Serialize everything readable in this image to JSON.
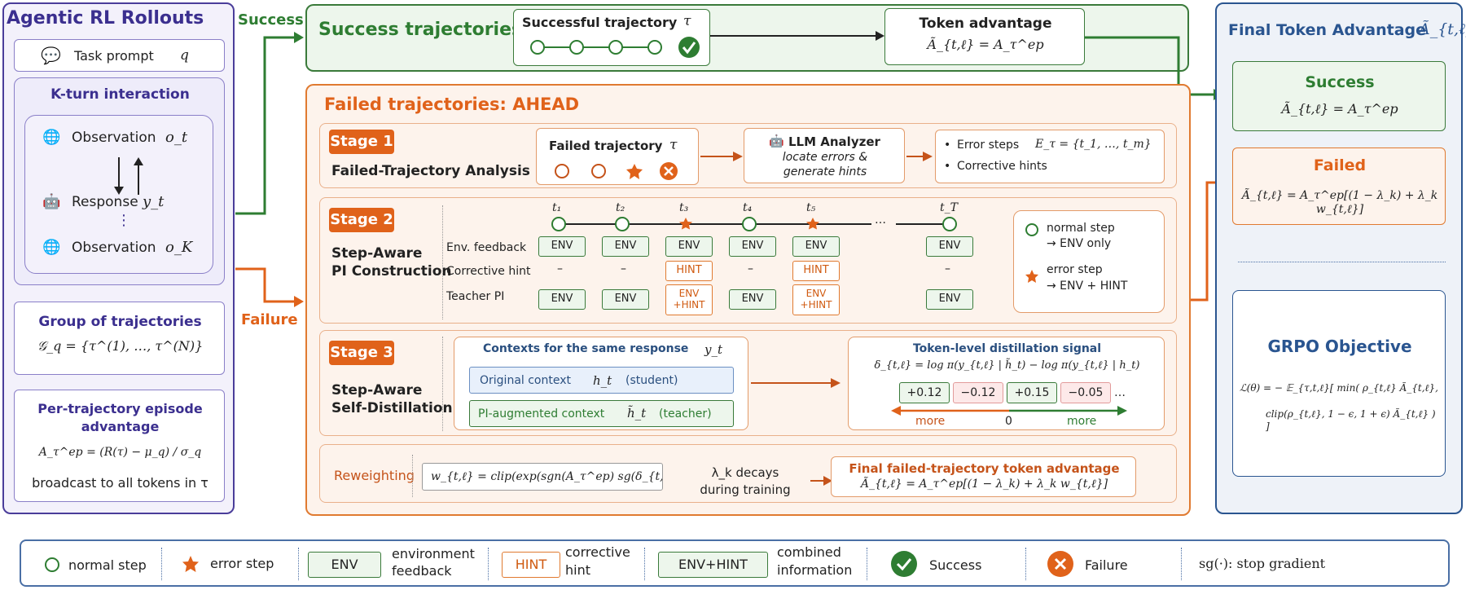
{
  "left": {
    "title": "Agentic RL Rollouts",
    "task_prompt": "Task prompt",
    "task_var": "q",
    "kturn": "K-turn interaction",
    "obs1": "Observation",
    "obs1_var": "o_t",
    "response": "Response",
    "response_var": "y_t",
    "dots": "⋮",
    "obsK": "Observation",
    "obsK_var": "o_K",
    "group_title": "Group of trajectories",
    "group_formula": "𝒢_q = {τ^(1), …, τ^(N)}",
    "pertraj_title": "Per-trajectory episode advantage",
    "pertraj_formula": "A_τ^ep = (R(τ) − μ_q) / σ_q",
    "broadcast": "broadcast to all tokens in τ"
  },
  "arrows": {
    "success": "Success",
    "failure": "Failure"
  },
  "success_panel": {
    "title": "Success trajectories",
    "traj_label": "Successful trajectory",
    "traj_var": "τ",
    "token_adv_title": "Token advantage",
    "token_adv_formula": "Ã_{t,ℓ} = A_τ^ep"
  },
  "failed_panel": {
    "title": "Failed trajectories: AHEAD",
    "stage1": {
      "tag": "Stage 1",
      "name": "Failed-Trajectory Analysis",
      "traj_label": "Failed trajectory",
      "traj_var": "τ",
      "analyzer_title": "LLM Analyzer",
      "analyzer_line1": "locate errors &",
      "analyzer_line2": "generate hints",
      "out_line1": "Error steps",
      "out_formula": "E_τ = {t_1, …, t_m}",
      "out_line2": "Corrective hints"
    },
    "stage2": {
      "tag": "Stage 2",
      "name_line1": "Step-Aware",
      "name_line2": "PI Construction",
      "row_env": "Env. feedback",
      "row_hint": "Corrective hint",
      "row_pi": "Teacher PI",
      "steps": [
        "t₁",
        "t₂",
        "t₃",
        "t₄",
        "t₅",
        "…",
        "t_T"
      ],
      "env_label": "ENV",
      "hint_label": "HINT",
      "envhint_line1": "ENV",
      "envhint_line2": "+HINT",
      "dash": "–",
      "legend_normal_1": "normal step",
      "legend_normal_2": "→ ENV only",
      "legend_error_1": "error step",
      "legend_error_2": "→ ENV + HINT"
    },
    "stage3": {
      "tag": "Stage 3",
      "name_line1": "Step-Aware",
      "name_line2": "Self-Distillation",
      "ctx_title": "Contexts for the same response",
      "ctx_var": "y_t",
      "orig_ctx": "Original context",
      "orig_var": "h_t",
      "orig_role": "(student)",
      "pi_ctx": "PI-augmented context",
      "pi_var": "h̃_t",
      "pi_role": "(teacher)",
      "signal_title": "Token-level distillation signal",
      "signal_formula": "δ_{t,ℓ} = log π(y_{t,ℓ} | h̃_t) − log π(y_{t,ℓ} | h_t)",
      "values": [
        "+0.12",
        "−0.12",
        "+0.15",
        "−0.05"
      ],
      "ellipsis": "…",
      "more_left": "more",
      "zero": "0",
      "more_right": "more"
    },
    "reweight": {
      "label": "Reweighting",
      "formula": "w_{t,ℓ} = clip(exp(sgn(A_τ^ep) sg(δ_{t,ℓ})), ·)",
      "decay_line1": "λ_k decays",
      "decay_line2": "during training",
      "final_title": "Final failed-trajectory token advantage",
      "final_formula": "Ã_{t,ℓ} = A_τ^ep[(1 − λ_k) + λ_k w_{t,ℓ}]"
    }
  },
  "right": {
    "title": "Final Token Advantage",
    "title_var": "Ã_{t,ℓ}",
    "success_title": "Success",
    "success_formula": "Ã_{t,ℓ} = A_τ^ep",
    "failed_title": "Failed",
    "failed_formula": "Ã_{t,ℓ} = A_τ^ep[(1 − λ_k) + λ_k w_{t,ℓ}]",
    "grpo_title": "GRPO Objective",
    "grpo_line1": "ℒ(θ) = − 𝔼_{τ,t,ℓ}[ min( ρ_{t,ℓ} Ã_{t,ℓ},",
    "grpo_line2": "clip(ρ_{t,ℓ}, 1 − ϵ, 1 + ϵ) Ã_{t,ℓ} ) ]"
  },
  "legend": {
    "normal": "normal step",
    "error": "error step",
    "env_box": "ENV",
    "env_text_1": "environment",
    "env_text_2": "feedback",
    "hint_box": "HINT",
    "hint_text_1": "corrective",
    "hint_text_2": "hint",
    "envhint_box": "ENV+HINT",
    "envhint_text_1": "combined",
    "envhint_text_2": "information",
    "success": "Success",
    "failure": "Failure",
    "sg": "sg(·): stop gradient"
  },
  "colors": {
    "purple": "#3b2f8f",
    "green": "#2e7d32",
    "orange": "#e0621a",
    "blue": "#2a5590"
  }
}
